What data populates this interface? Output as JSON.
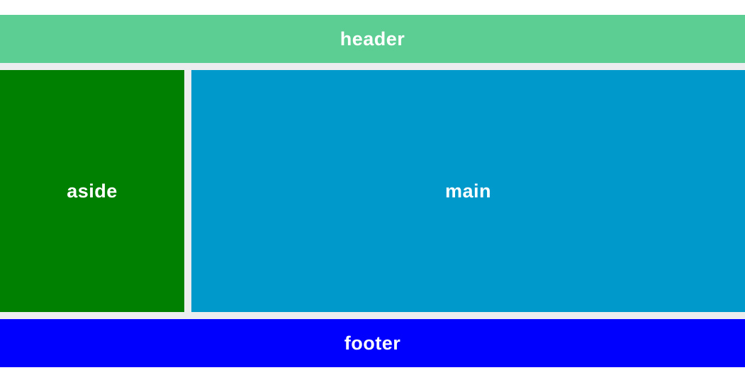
{
  "page": {
    "background": "#FFFFFF",
    "gap_color": "#ECEDEE",
    "text_color": "#FFFFFF"
  },
  "regions": {
    "header": {
      "label": "header",
      "color": "#5CCD93"
    },
    "aside": {
      "label": "aside",
      "color": "#008000"
    },
    "main": {
      "label": "main",
      "color": "#0099CC"
    },
    "footer": {
      "label": "footer",
      "color": "#0000FF"
    }
  }
}
